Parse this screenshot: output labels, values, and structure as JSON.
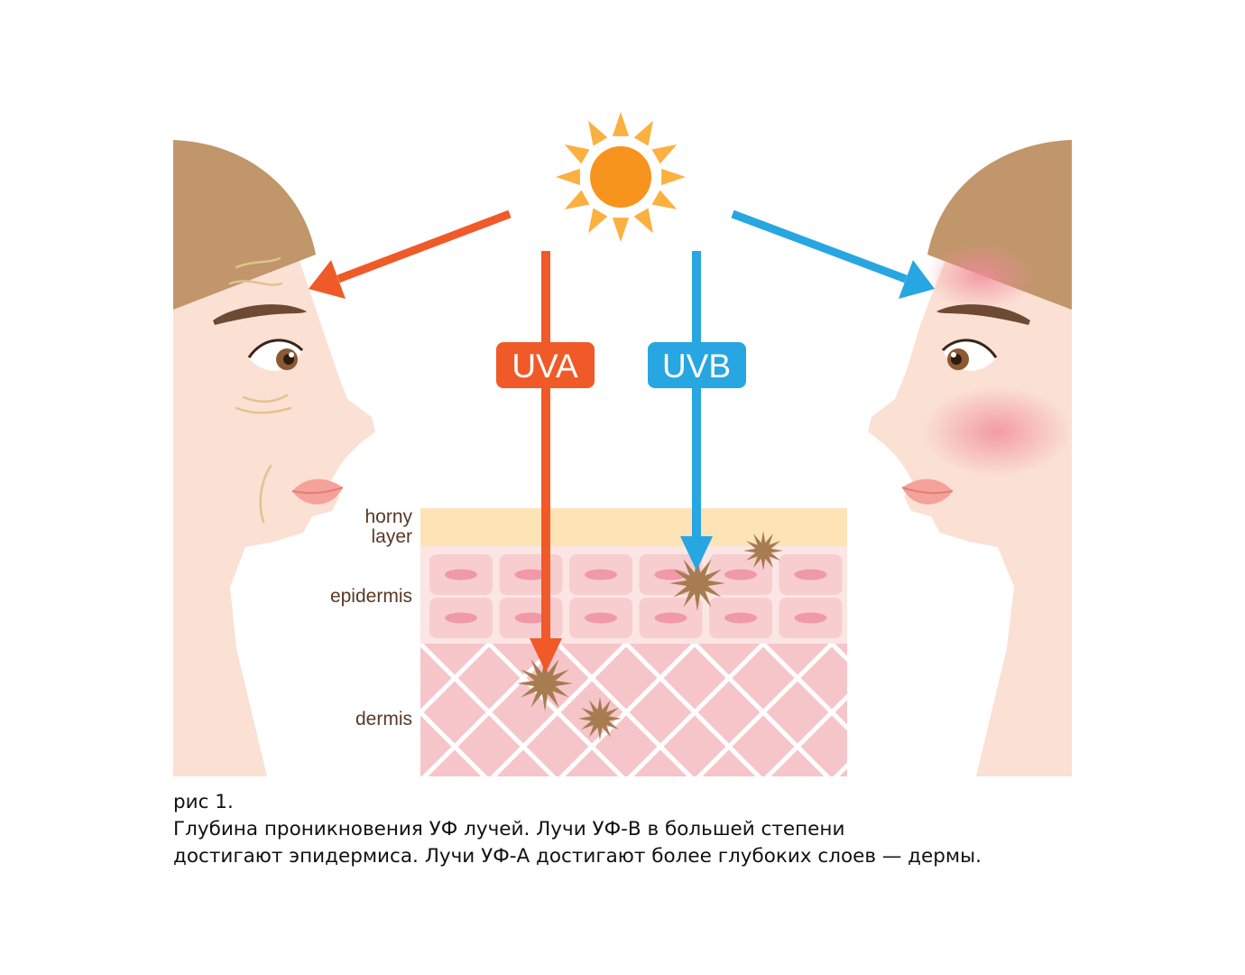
{
  "diagram": {
    "rays": {
      "uva": {
        "label": "UVA",
        "color": "#f05a28"
      },
      "uvb": {
        "label": "UVB",
        "color": "#27a6e1"
      }
    },
    "layers": {
      "horny": {
        "line1": "horny",
        "line2": "layer",
        "color": "#fde3b6"
      },
      "epidermis": {
        "label": "epidermis",
        "color": "#fbe6e4"
      },
      "dermis": {
        "label": "dermis",
        "color": "#f6c5c9"
      }
    },
    "colors": {
      "skin": "#fbe0d4",
      "hair": "#c0966a",
      "sun_core": "#f7941d",
      "sun_rays": "#fbb040",
      "damage_star": "#a77c50",
      "blush": "#f2a0ac"
    }
  },
  "caption": {
    "fig": "рис 1.",
    "line1": "Глубина проникновения УФ лучей. Лучи УФ-В в большей степени",
    "line2": "достигают эпидермиса. Лучи УФ-А достигают более глубоких слоев — дермы."
  }
}
